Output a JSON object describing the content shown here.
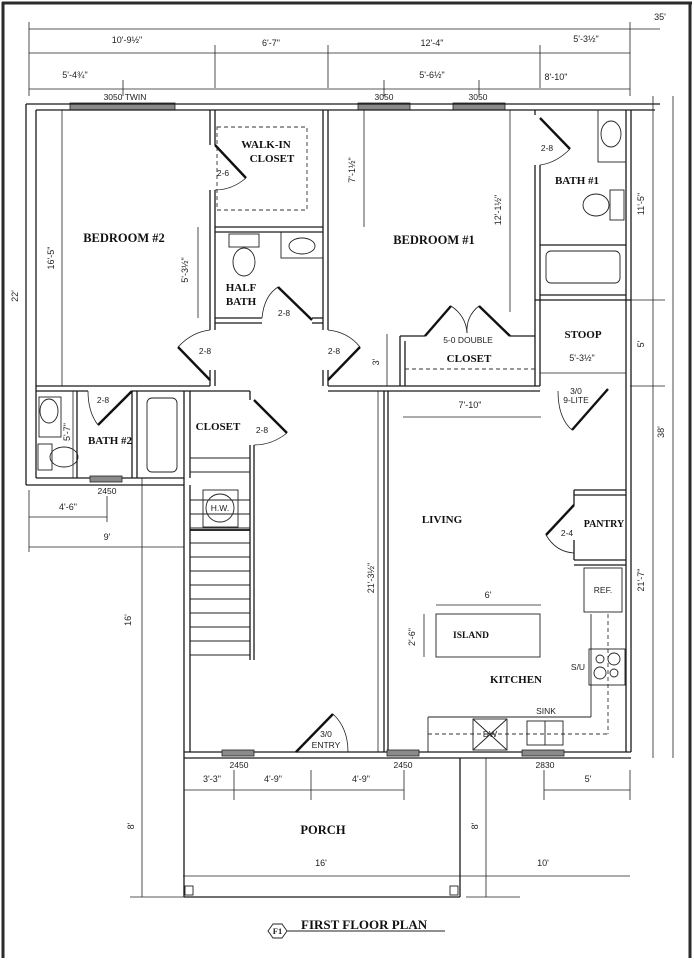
{
  "drawing": {
    "title": "FIRST FLOOR PLAN",
    "sheet_marker": "F1"
  },
  "rooms": {
    "bedroom2": "BEDROOM #2",
    "walkin_closet_line1": "WALK-IN",
    "walkin_closet_line2": "CLOSET",
    "half_bath_line1": "HALF",
    "half_bath_line2": "BATH",
    "bedroom1": "BEDROOM #1",
    "bath1": "BATH #1",
    "stoop": "STOOP",
    "double_closet": "CLOSET",
    "bath2": "BATH #2",
    "closet": "CLOSET",
    "living": "LIVING",
    "pantry": "PANTRY",
    "island": "ISLAND",
    "kitchen": "KITCHEN",
    "porch": "PORCH"
  },
  "fixtures": {
    "water_heater": "H.W.",
    "refrigerator": "REF.",
    "stove": "S/U",
    "sink": "SINK",
    "dishwasher": "DW"
  },
  "doors": {
    "walkin": "2-6",
    "half_bath": "2-8",
    "bedroom2": "2-8",
    "bedroom1": "2-8",
    "bath1": "2-8",
    "bath2": "2-8",
    "closet": "2-8",
    "pantry": "2-4",
    "double_closet": "5-0 DOUBLE",
    "stoop_door_line1": "3/0",
    "stoop_door_line2": "9-LITE",
    "entry_line1": "3/0",
    "entry_line2": "ENTRY"
  },
  "windows": {
    "bedroom2": "3050 TWIN",
    "bedroom1_a": "3050",
    "bedroom1_b": "3050",
    "bath2": "2450",
    "front_left": "2450",
    "front_mid": "2450",
    "kitchen": "2830"
  },
  "dimensions": {
    "overall_width": "35'",
    "top_row1": [
      "10'-9½\"",
      "6'-7\"",
      "12'-4\"",
      "5'-3½\""
    ],
    "top_row2": [
      "5'-4¾\"",
      "5'-6½\"",
      "8'-10\""
    ],
    "left_overall": "22'",
    "bedroom2_depth": "16'-5\"",
    "half_bath_depth": "5'-3½\"",
    "walkin_depth": "7'-1½\"",
    "bedroom1_depth": "12'-1½\"",
    "hall_3ft": "3'",
    "bath2_depth": "5'-7\"",
    "bath2_window_offset": "4'-6\"",
    "bath2_width": "9'",
    "closet_width": "7'-10\"",
    "stoop_width": "5'-3½\"",
    "right_bath1": "11'-5\"",
    "right_stoop": "5'",
    "right_overall": "38'",
    "right_kitchen": "21'-7\"",
    "living_depth": "21'-3½\"",
    "island_width": "6'",
    "island_depth": "2'-6\"",
    "left_16": "16'",
    "bottom_row": [
      "3'-3\"",
      "4'-9\"",
      "4'-9\""
    ],
    "bottom_right": "5'",
    "porch_depth_left": "8'",
    "porch_depth_right": "8'",
    "porch_width": "16'",
    "porch_right": "10'"
  }
}
